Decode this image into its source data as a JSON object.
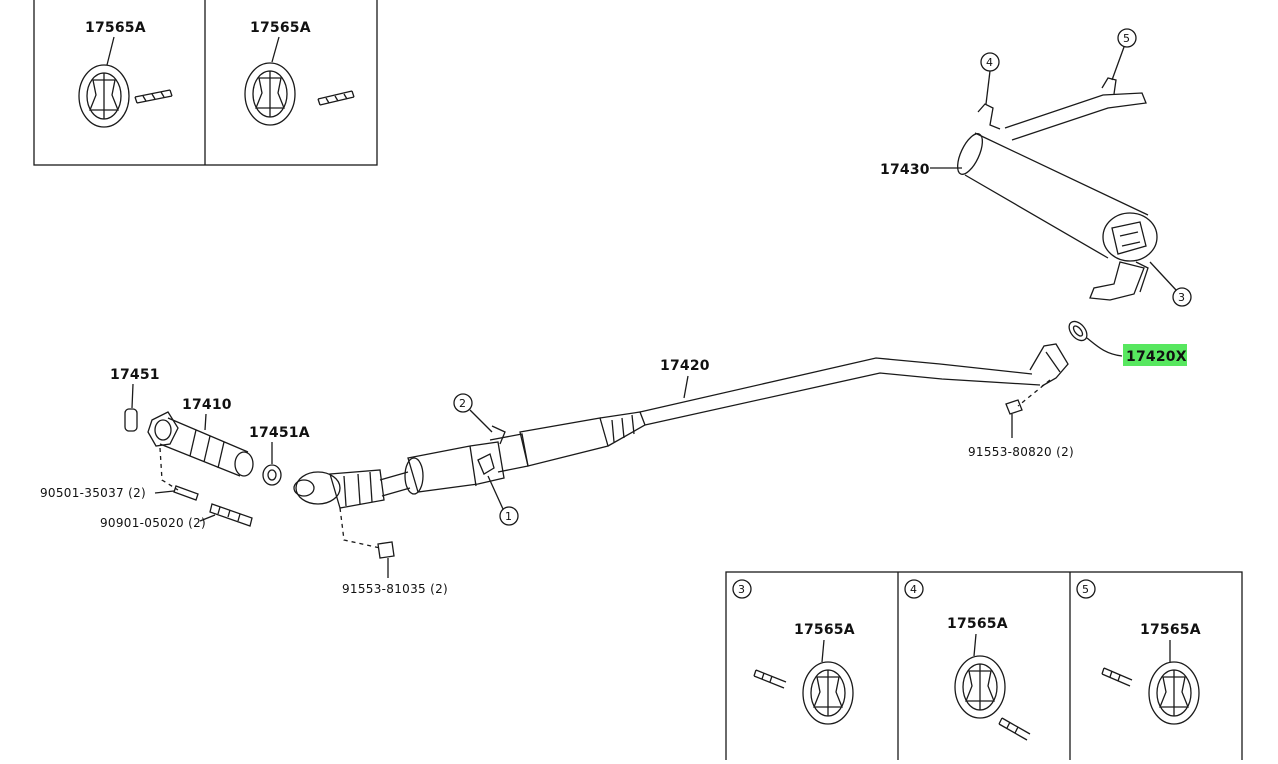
{
  "colors": {
    "highlight": "#57e75f",
    "ink": "#1a1a1a"
  },
  "insets": {
    "top_left": {
      "labels": [
        "17565A",
        "17565A"
      ],
      "markers": [
        "",
        ""
      ]
    },
    "bottom_right": {
      "labels": [
        "17565A",
        "17565A",
        "17565A"
      ],
      "markers": [
        "3",
        "4",
        "5"
      ]
    }
  },
  "parts": {
    "muffler": "17430",
    "tail_pipe_assy": "17420",
    "gasket_highlighted": "17420X",
    "front_pipe": "17410",
    "gasket_17451": "17451",
    "gasket_17451a": "17451A",
    "bolt_rear": "91553-80820 (2)",
    "bolt_cat": "91553-81035 (2)",
    "stud_1": "90501-35037 (2)",
    "stud_2": "90901-05020 (2)"
  },
  "callouts": {
    "c1": "1",
    "c2": "2",
    "c3": "3",
    "c4": "4",
    "c5": "5"
  }
}
